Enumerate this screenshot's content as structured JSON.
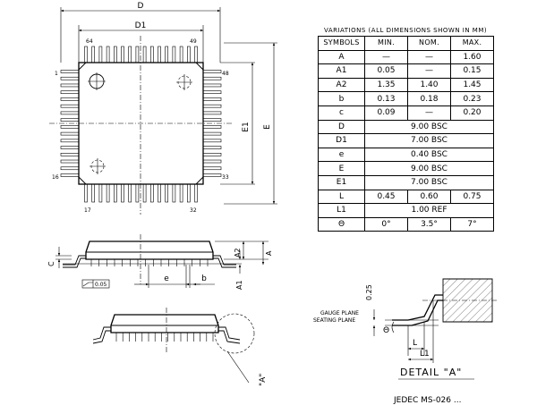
{
  "package_view": {
    "dims": {
      "d": "D",
      "d1": "D1",
      "e": "E",
      "e1": "E1"
    },
    "pins": {
      "p1": "1",
      "p16": "16",
      "p17": "17",
      "p32": "32",
      "p33": "33",
      "p48": "48",
      "p49": "49",
      "p64": "64"
    }
  },
  "side_view": {
    "labels": {
      "a": "A",
      "a2": "A2",
      "a1": "A1",
      "c": "C",
      "e_pitch": "e",
      "b": "b",
      "tolerance": "0.05"
    }
  },
  "bottom_view": {
    "detail_ref": "\"A\""
  },
  "detail": {
    "title": "DETAIL \"A\"",
    "gauge_plane": "GAUGE PLANE",
    "seating_plane": "SEATING PLANE",
    "gauge_dim": "0.25",
    "theta": "Θ",
    "l": "L",
    "l1": "L1"
  },
  "variations": {
    "caption": "VARIATIONS (ALL DIMENSIONS SHOWN IN MM)",
    "headers": [
      "SYMBOLS",
      "MIN.",
      "NOM.",
      "MAX."
    ],
    "rows": [
      {
        "symbol": "A",
        "min": "—",
        "nom": "—",
        "max": "1.60"
      },
      {
        "symbol": "A1",
        "min": "0.05",
        "nom": "—",
        "max": "0.15"
      },
      {
        "symbol": "A2",
        "min": "1.35",
        "nom": "1.40",
        "max": "1.45"
      },
      {
        "symbol": "b",
        "min": "0.13",
        "nom": "0.18",
        "max": "0.23"
      },
      {
        "symbol": "c",
        "min": "0.09",
        "nom": "—",
        "max": "0.20"
      },
      {
        "symbol": "D",
        "span": "9.00  BSC"
      },
      {
        "symbol": "D1",
        "span": "7.00  BSC"
      },
      {
        "symbol": "e",
        "span": "0.40  BSC"
      },
      {
        "symbol": "E",
        "span": "9.00  BSC"
      },
      {
        "symbol": "E1",
        "span": "7.00  BSC"
      },
      {
        "symbol": "L",
        "min": "0.45",
        "nom": "0.60",
        "max": "0.75"
      },
      {
        "symbol": "L1",
        "span": "1.00  REF"
      },
      {
        "symbol": "Θ",
        "min": "0°",
        "nom": "3.5°",
        "max": "7°"
      }
    ]
  },
  "footer": {
    "text": "JEDEC MS-026 ..."
  }
}
